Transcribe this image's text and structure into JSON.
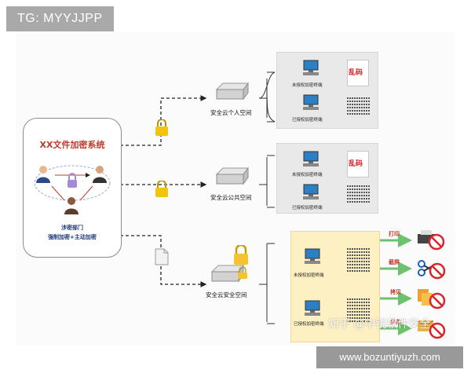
{
  "watermarks": {
    "tg": "TG: MYYJJPP",
    "zhihu": "知乎 @中锐软件安全",
    "url": "www.bozuntiyuzh.com"
  },
  "system": {
    "title": "XX文件加密系统",
    "dept": "涉密部门",
    "mode": "强制加密+主动加密"
  },
  "clouds": [
    {
      "label": "安全云个人空间"
    },
    {
      "label": "安全云公共空间"
    },
    {
      "label": "安全云安全空间"
    }
  ],
  "terminals": {
    "unauthorized": "未授权加密终端",
    "authorized": "已授权加密终端",
    "garbled": "乱码"
  },
  "actions": [
    "打印",
    "截屏",
    "拷贝",
    "另存"
  ],
  "colors": {
    "accent_red": "#c0392b",
    "dept_blue": "#1f3a7a",
    "gray_panel": "#e9e9e9",
    "yellow_panel": "#fdf0c2"
  }
}
